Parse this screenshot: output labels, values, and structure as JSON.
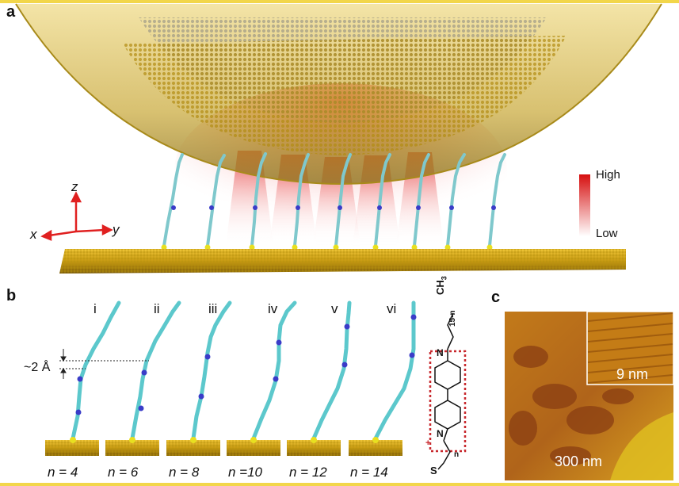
{
  "panels": {
    "a": "a",
    "b": "b",
    "c": "c"
  },
  "panel_a": {
    "axes": {
      "z": "z",
      "x": "x",
      "y": "y"
    },
    "legend": {
      "high": "High",
      "low": "Low"
    },
    "colors": {
      "gold": "#c9a514",
      "red": "#e01a1a",
      "axis": "#e02020"
    }
  },
  "panel_b": {
    "romans": [
      "i",
      "ii",
      "iii",
      "iv",
      "v",
      "vi"
    ],
    "n_labels": [
      "n = 4",
      "n = 6",
      "n = 8",
      "n =10",
      "n = 12",
      "n = 14"
    ],
    "spacing": "~2 Å",
    "structure": {
      "ch3": "CH",
      "sub3": "3",
      "sub15": "15-n",
      "subn": "n",
      "s": "S",
      "n_atom": "N",
      "plus": "+"
    }
  },
  "panel_c": {
    "inset_scale": "9 nm",
    "main_scale": "300 nm"
  }
}
